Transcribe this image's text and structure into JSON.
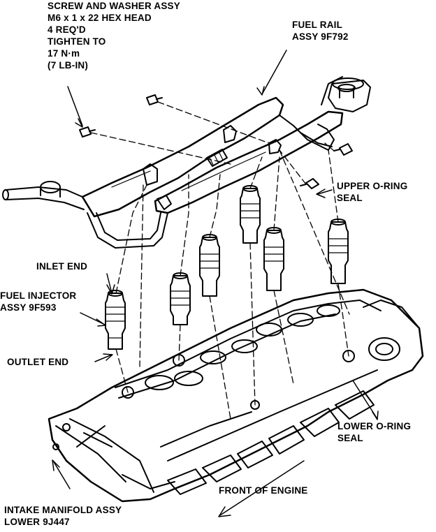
{
  "labels": {
    "screw": [
      "SCREW AND WASHER ASSY",
      "M6 x 1 x 22 HEX HEAD",
      "4 REQ'D",
      "TIGHTEN TO",
      "17 N·m",
      "(7 LB-IN)"
    ],
    "fuel_rail": [
      "FUEL RAIL",
      "ASSY 9F792"
    ],
    "upper_oring": [
      "UPPER O-RING",
      "SEAL"
    ],
    "inlet_end": "INLET END",
    "fuel_injector": [
      "FUEL INJECTOR",
      "ASSY 9F593"
    ],
    "outlet_end": "OUTLET END",
    "lower_oring": [
      "LOWER O-RING",
      "SEAL"
    ],
    "front_of_engine": "FRONT OF ENGINE",
    "intake_manifold": [
      "INTAKE MANIFOLD ASSY",
      "LOWER 9J447"
    ]
  },
  "colors": {
    "ink": "#000000",
    "paper": "#ffffff"
  }
}
